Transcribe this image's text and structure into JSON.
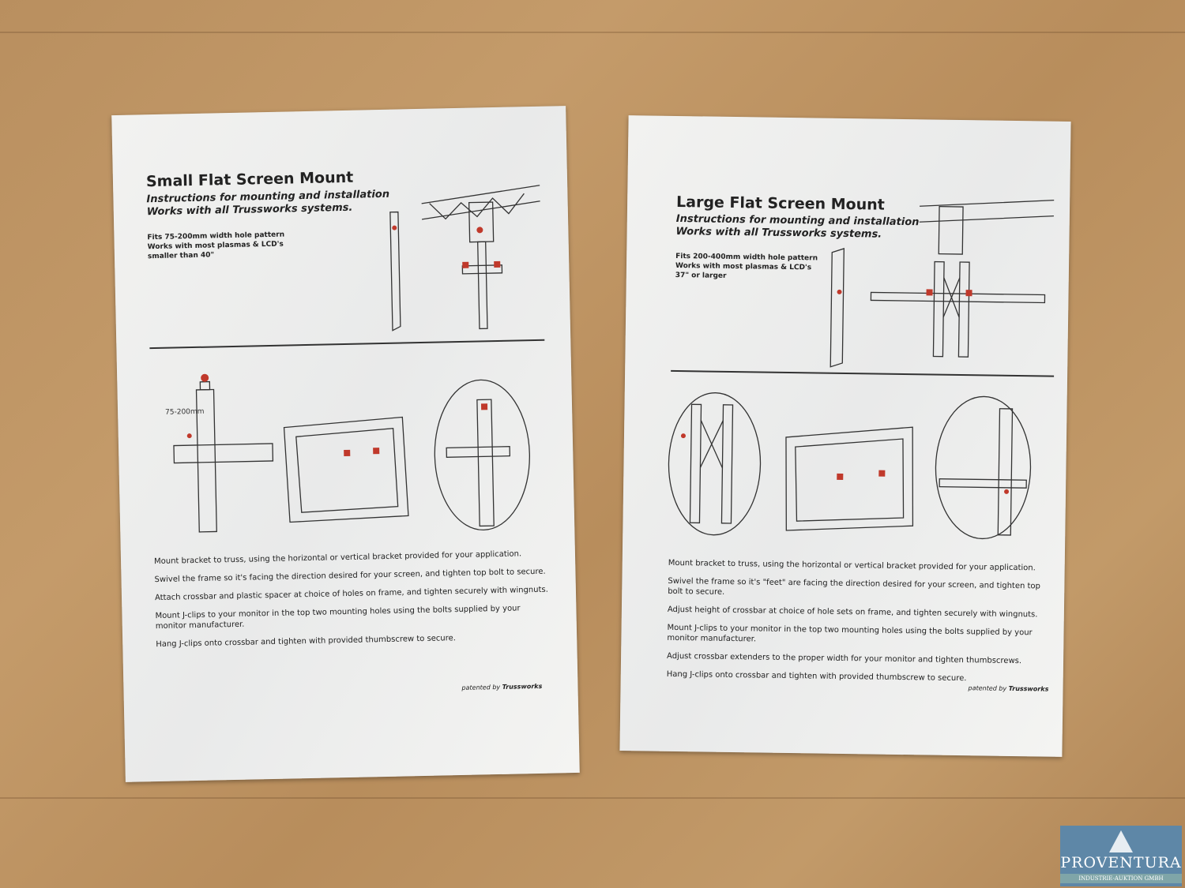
{
  "sheets": [
    {
      "title": "Small Flat Screen Mount",
      "subtitle1": "Instructions for mounting and installation",
      "subtitle2": "Works with all Trussworks systems.",
      "spec": [
        "Fits 75-200mm width hole pattern",
        "Works with most plasmas & LCD's",
        "smaller than 40\""
      ],
      "dimension_label": "75-200mm",
      "steps": [
        "Mount bracket to truss, using the horizontal or vertical bracket provided for your application.",
        "Swivel the frame so it's facing the direction desired for your screen, and tighten top bolt to secure.",
        "Attach crossbar and plastic spacer at choice of holes on frame, and tighten securely with wingnuts.",
        "Mount J-clips to your monitor in the top two mounting holes using the bolts supplied by your monitor manufacturer.",
        "Hang J-clips onto crossbar and tighten with provided thumbscrew to secure."
      ],
      "patent": "patented by",
      "brand": "Trussworks"
    },
    {
      "title": "Large Flat Screen Mount",
      "subtitle1": "Instructions for mounting and installation",
      "subtitle2": "Works with all Trussworks systems.",
      "spec": [
        "Fits 200-400mm width hole pattern",
        "Works with most plasmas & LCD's",
        "37\" or larger"
      ],
      "steps": [
        "Mount bracket to truss, using the horizontal or vertical bracket provided for your application.",
        "Swivel the frame so it's \"feet\" are facing the direction desired for your screen, and tighten top bolt to secure.",
        "Adjust height of crossbar at choice of hole sets on frame, and tighten securely with wingnuts.",
        "Mount J-clips to your monitor in the top two mounting holes using the bolts supplied by your monitor manufacturer.",
        "Adjust crossbar extenders to the proper width for your monitor and tighten thumbscrews.",
        "Hang J-clips onto crossbar and tighten with provided thumbscrew to secure."
      ],
      "patent": "patented by",
      "brand": "Trussworks"
    }
  ],
  "watermark": {
    "name": "PROVENTURA",
    "tagline": "INDUSTRIE-AUKTION GMBH"
  },
  "colors": {
    "cardboard": "#c49b6a",
    "paper": "#eeeeec",
    "logo": "#5e87a7",
    "accent_red": "#c0392b"
  }
}
